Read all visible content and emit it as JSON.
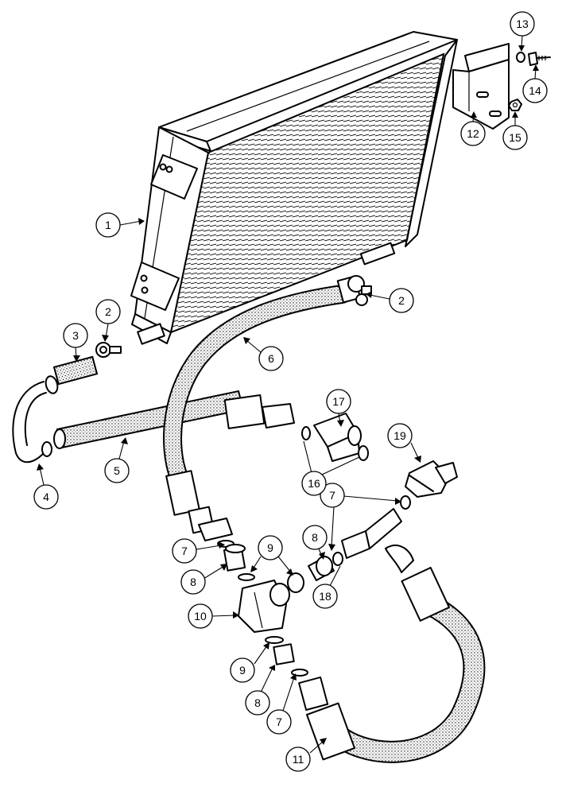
{
  "callouts": [
    {
      "id": "c1",
      "label": "1"
    },
    {
      "id": "c2a",
      "label": "2"
    },
    {
      "id": "c2b",
      "label": "2"
    },
    {
      "id": "c3",
      "label": "3"
    },
    {
      "id": "c4",
      "label": "4"
    },
    {
      "id": "c5",
      "label": "5"
    },
    {
      "id": "c6",
      "label": "6"
    },
    {
      "id": "c7a",
      "label": "7"
    },
    {
      "id": "c7b",
      "label": "7"
    },
    {
      "id": "c7c",
      "label": "7"
    },
    {
      "id": "c8a",
      "label": "8"
    },
    {
      "id": "c8b",
      "label": "8"
    },
    {
      "id": "c8c",
      "label": "8"
    },
    {
      "id": "c9a",
      "label": "9"
    },
    {
      "id": "c9b",
      "label": "9"
    },
    {
      "id": "c10",
      "label": "10"
    },
    {
      "id": "c11",
      "label": "11"
    },
    {
      "id": "c12",
      "label": "12"
    },
    {
      "id": "c13",
      "label": "13"
    },
    {
      "id": "c14",
      "label": "14"
    },
    {
      "id": "c15",
      "label": "15"
    },
    {
      "id": "c16",
      "label": "16"
    },
    {
      "id": "c17",
      "label": "17"
    },
    {
      "id": "c18",
      "label": "18"
    },
    {
      "id": "c19",
      "label": "19"
    }
  ]
}
